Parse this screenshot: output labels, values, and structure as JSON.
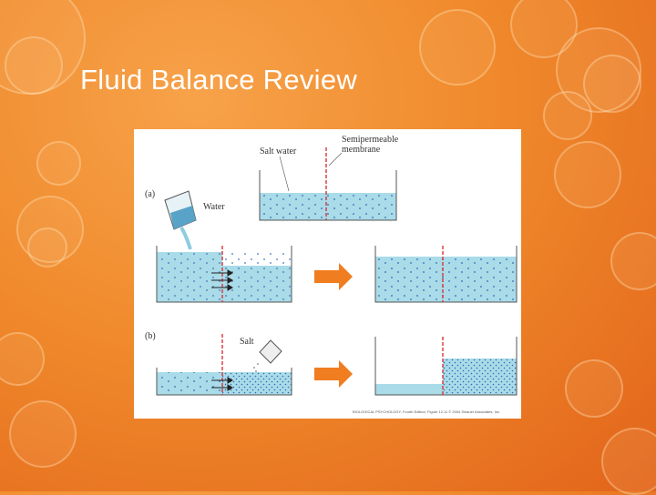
{
  "slide": {
    "title": "Fluid Balance Review"
  },
  "figure": {
    "part_a": "(a)",
    "part_b": "(b)",
    "salt_water": "Salt water",
    "membrane_line1": "Semipermeable",
    "membrane_line2": "membrane",
    "water": "Water",
    "salt": "Salt",
    "caption": "BIOLOGICAL PSYCHOLOGY, Fourth Edition, Figure 12.11 © 2004 Sinauer Associates, Inc."
  },
  "colors": {
    "water": "#a9dbe8",
    "membrane": "#d9343a",
    "arrow": "#f07d1f",
    "dot": "#2f69b5"
  }
}
